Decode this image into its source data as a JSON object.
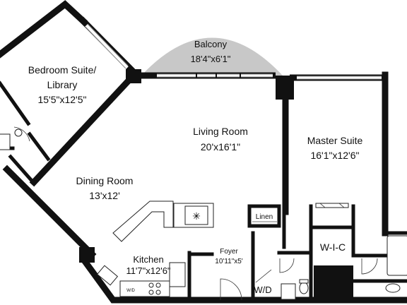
{
  "rooms": {
    "balcony": {
      "name": "Balcony",
      "dims": "18'4\"x6'1\""
    },
    "bedroom": {
      "name_line1": "Bedroom Suite/",
      "name_line2": "Library",
      "dims": "15'5\"x12'5\""
    },
    "living": {
      "name": "Living Room",
      "dims": "20'x16'1\""
    },
    "master": {
      "name": "Master Suite",
      "dims": "16'1\"x12'6\""
    },
    "dining": {
      "name": "Dining Room",
      "dims": "13'x12'"
    },
    "kitchen": {
      "name": "Kitchen",
      "dims": "11'7\"x12'6\""
    },
    "foyer": {
      "name": "Foyer",
      "dims": "10'11\"x5'"
    },
    "linen": {
      "name": "Linen"
    },
    "wic": {
      "name": "W-I-C"
    },
    "wd": {
      "name": "W/D"
    }
  },
  "appliance_labels": {
    "washer_dryer_small": "W/D"
  },
  "colors": {
    "wall": "#111111",
    "balcony_fill": "#c8c8c8",
    "window": "#9a9a9a"
  }
}
